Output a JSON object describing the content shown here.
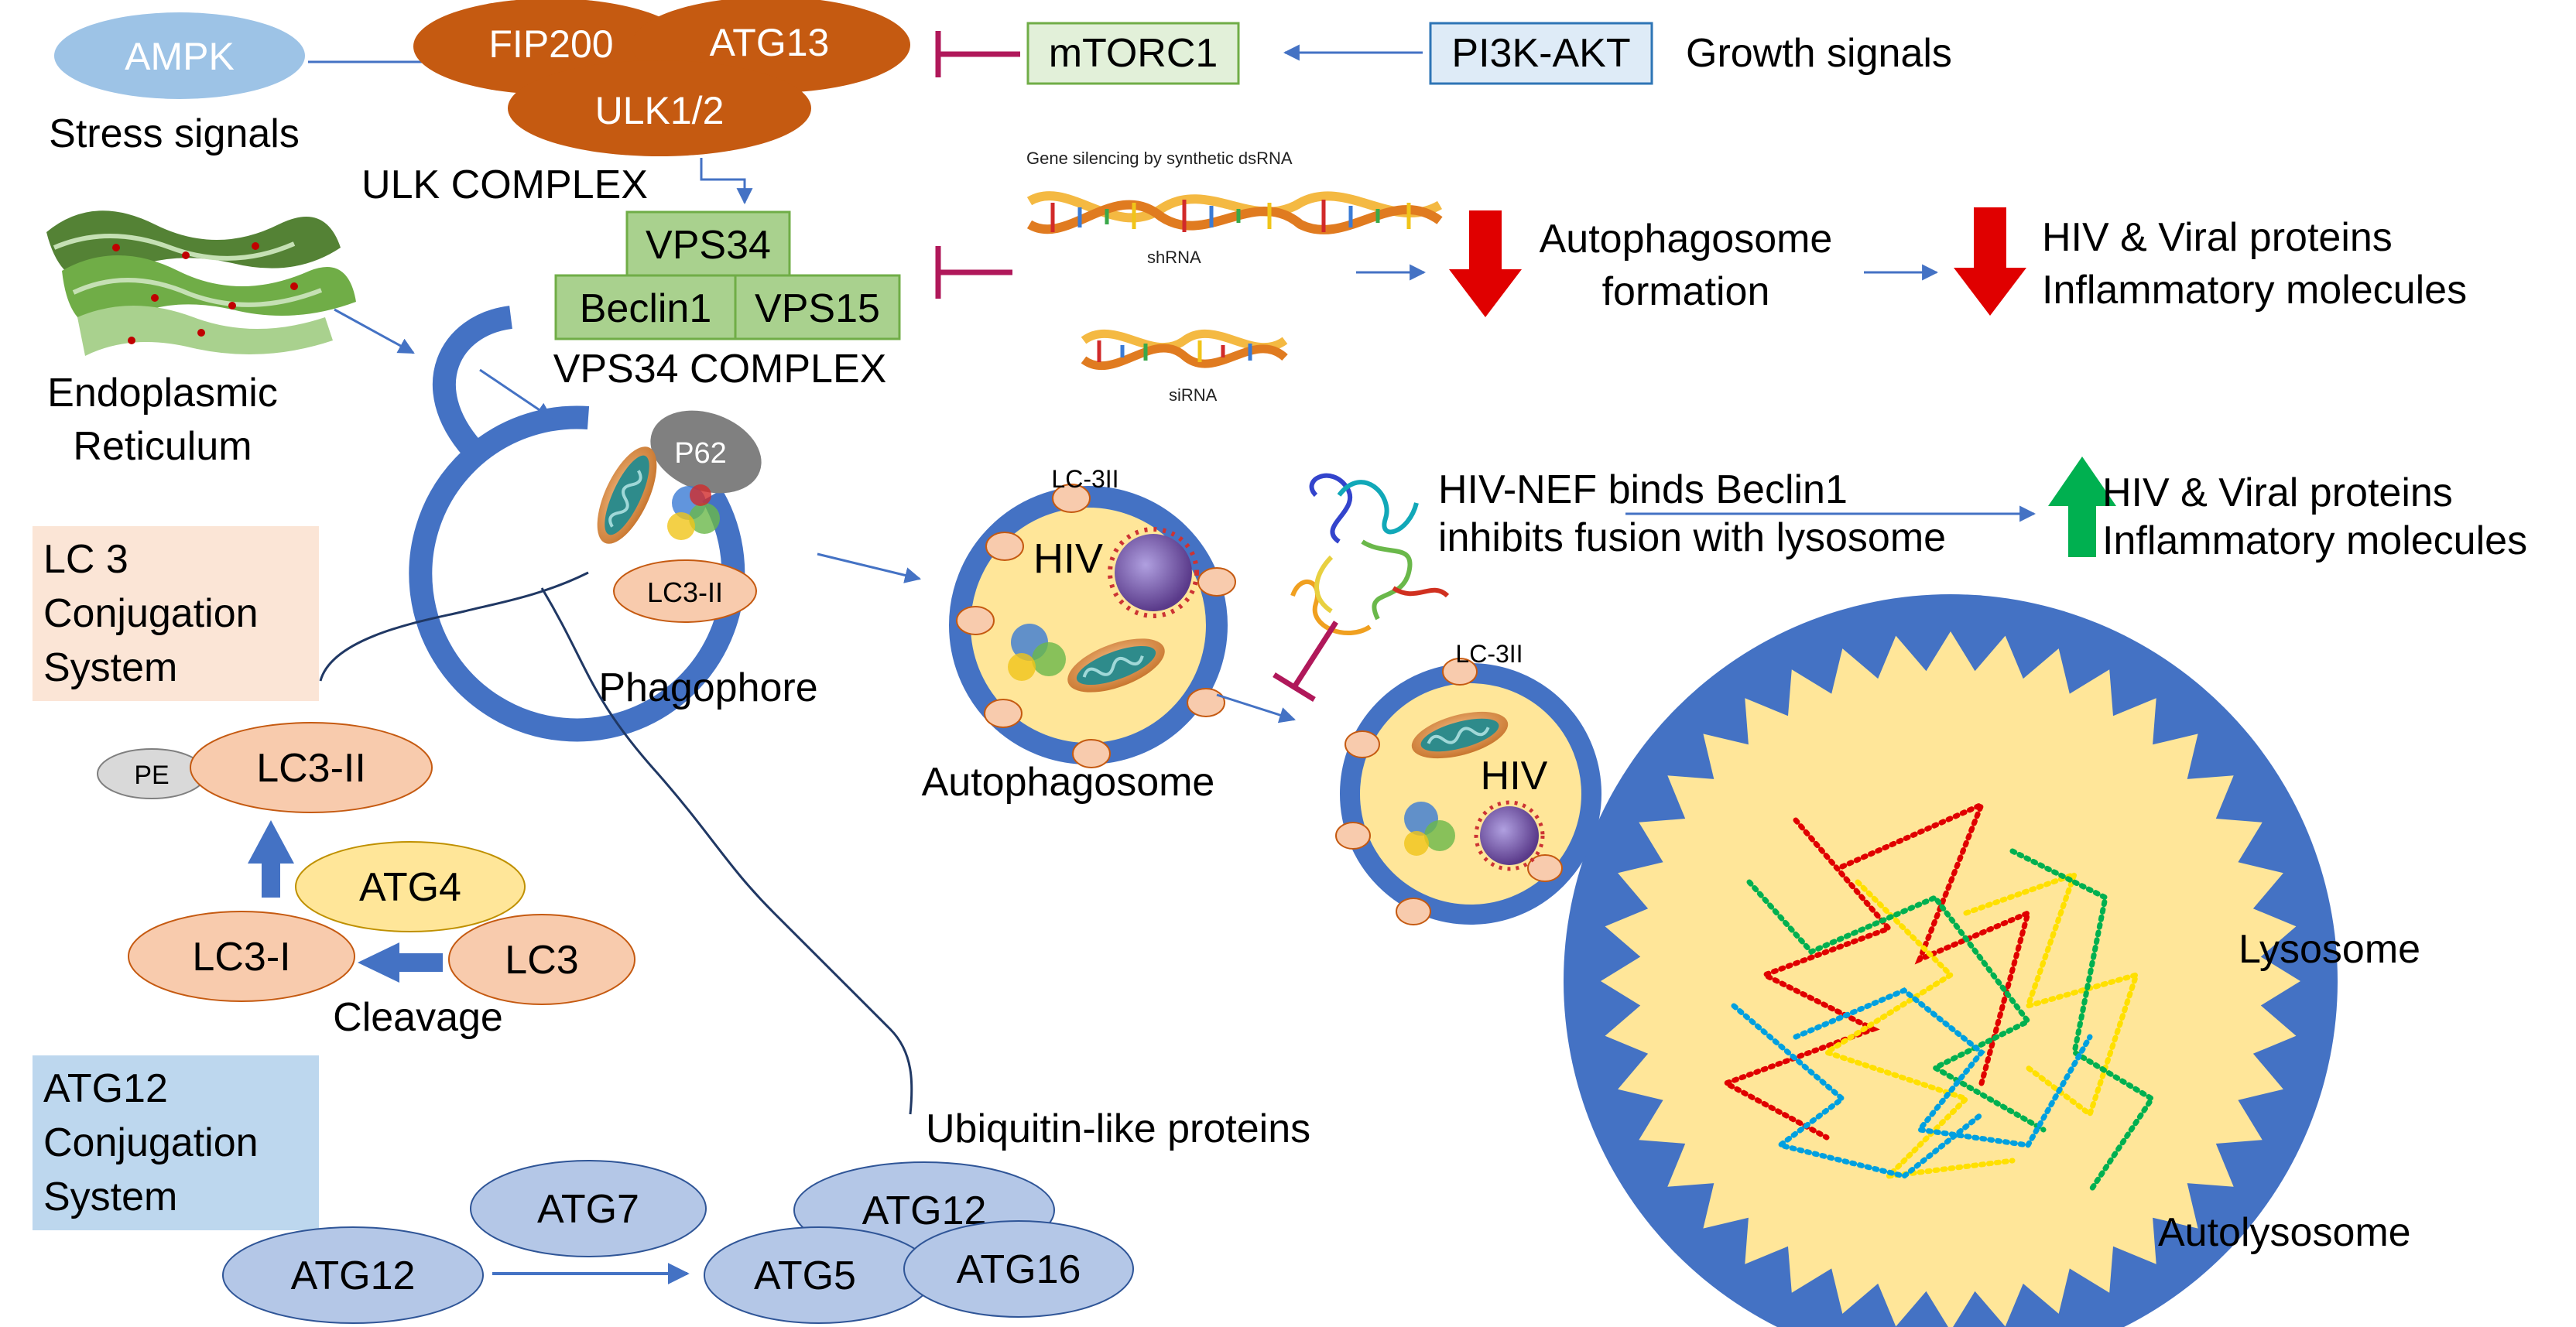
{
  "colors": {
    "ulk_orange": "#c55a11",
    "vps_green": "#a9d18e",
    "ampk_blue": "#9dc3e6",
    "lc3_peach": "#f8cbad",
    "atg4_yellow": "#ffe699",
    "atg12_blue": "#b4c7e7",
    "membrane_blue": "#4472c4",
    "vesicle_fill": "#ffe699",
    "inhibit_magenta": "#b0185a",
    "down_arrow_red": "#e00000",
    "up_arrow_green": "#00b050",
    "grey_oval": "#808080"
  },
  "signals": {
    "ampk": "AMPK",
    "stress": "Stress signals",
    "mtorc1": "mTORC1",
    "pi3k": "PI3K-AKT",
    "growth": "Growth signals"
  },
  "ulk": {
    "fip200": "FIP200",
    "atg13": "ATG13",
    "ulk12": "ULK1/2",
    "label": "ULK COMPLEX"
  },
  "vps": {
    "vps34": "VPS34",
    "beclin1": "Beclin1",
    "vps15": "VPS15",
    "label": "VPS34 COMPLEX"
  },
  "er": {
    "line1": "Endoplasmic",
    "line2": "Reticulum"
  },
  "rna": {
    "title": "Gene silencing by synthetic dsRNA",
    "shrna": "shRNA",
    "sirna": "siRNA"
  },
  "outcome_down": {
    "line1": "Autophagosome",
    "line2": "formation",
    "viral1": "HIV & Viral proteins",
    "viral2": "Inflammatory molecules"
  },
  "nef": {
    "line1": "HIV-NEF binds Beclin1",
    "line2": "inhibits fusion with lysosome",
    "viral1": "HIV & Viral proteins",
    "viral2": "Inflammatory molecules"
  },
  "phagophore": {
    "p62": "P62",
    "lc3ii": "LC3-II",
    "label": "Phagophore"
  },
  "autophagosome": {
    "lc3": "LC-3II",
    "hiv": "HIV",
    "label": "Autophagosome"
  },
  "autolysosome": {
    "lc3": "LC-3II",
    "hiv": "HIV",
    "lysosome": "Lysosome",
    "label": "Autolysosome"
  },
  "lc3_system": {
    "title1": "LC 3",
    "title2": "Conjugation",
    "title3": "System",
    "pe": "PE",
    "lc3ii": "LC3-II",
    "atg4": "ATG4",
    "lc3i": "LC3-I",
    "lc3": "LC3",
    "cleavage": "Cleavage"
  },
  "atg12_system": {
    "title1": "ATG12",
    "title2": "Conjugation",
    "title3": "System",
    "atg7": "ATG7",
    "atg12": "ATG12",
    "atg12b": "ATG12",
    "atg5": "ATG5",
    "atg16": "ATG16",
    "ubiquitin": "Ubiquitin-like proteins"
  }
}
